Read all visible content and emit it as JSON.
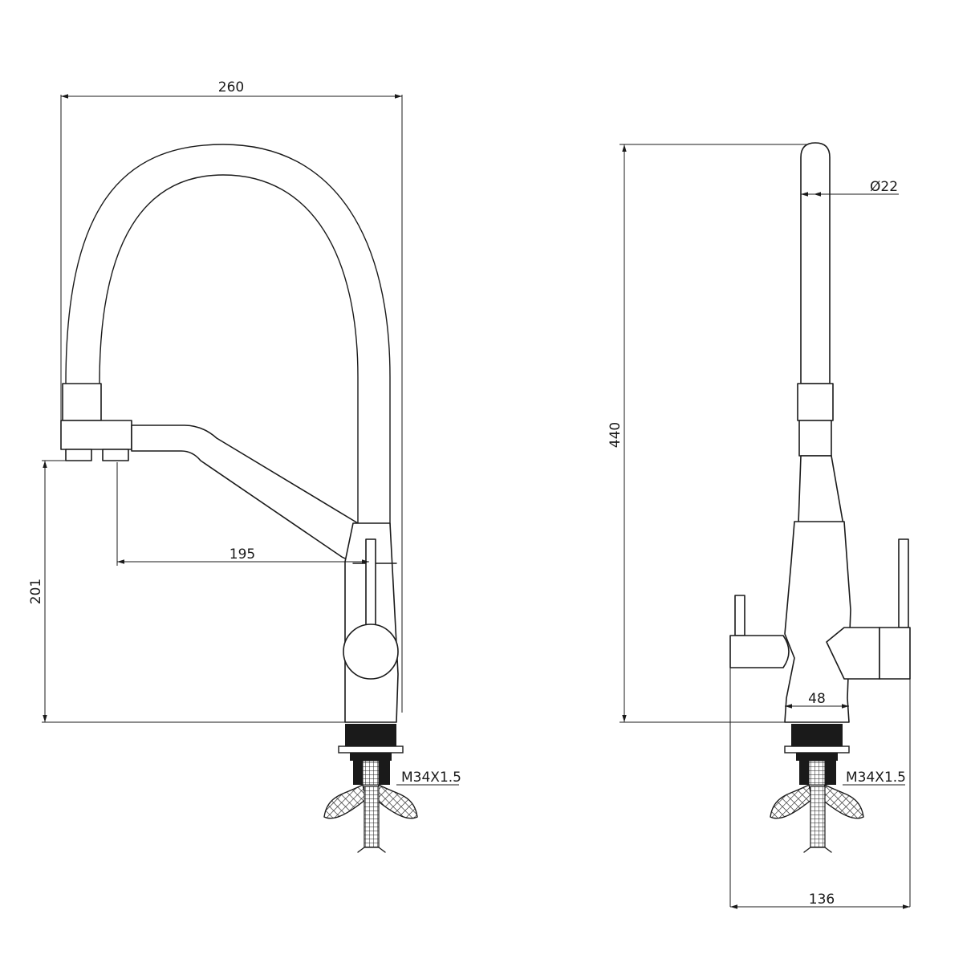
{
  "drawing": {
    "front_view": {
      "width_label": "260",
      "reach_label": "195",
      "spout_height_label": "201",
      "thread_label": "M34X1.5"
    },
    "side_view": {
      "height_label": "440",
      "spout_diameter_label": "Ø22",
      "body_diameter_label": "48",
      "base_width_label": "136",
      "thread_label": "M34X1.5"
    }
  }
}
